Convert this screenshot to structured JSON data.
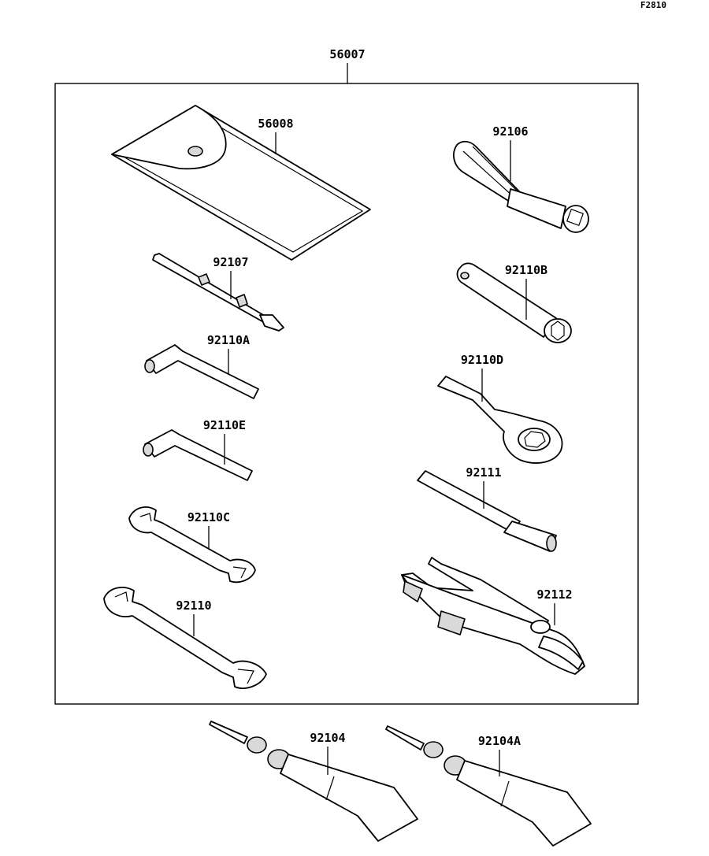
{
  "diagram_code": "F2810",
  "kit_label": "56007",
  "parts": {
    "pouch": "56008",
    "screwdriver_handle": "92106",
    "driver_bit": "92107",
    "plug_wrench": "92110B",
    "hex_key_a": "92110A",
    "ring_wrench": "92110D",
    "hex_key_e": "92110E",
    "extension_bar": "92111",
    "wrench_small": "92110C",
    "pliers": "92112",
    "wrench_large": "92110",
    "grease_tube_1": "92104",
    "grease_tube_2": "92104A"
  }
}
